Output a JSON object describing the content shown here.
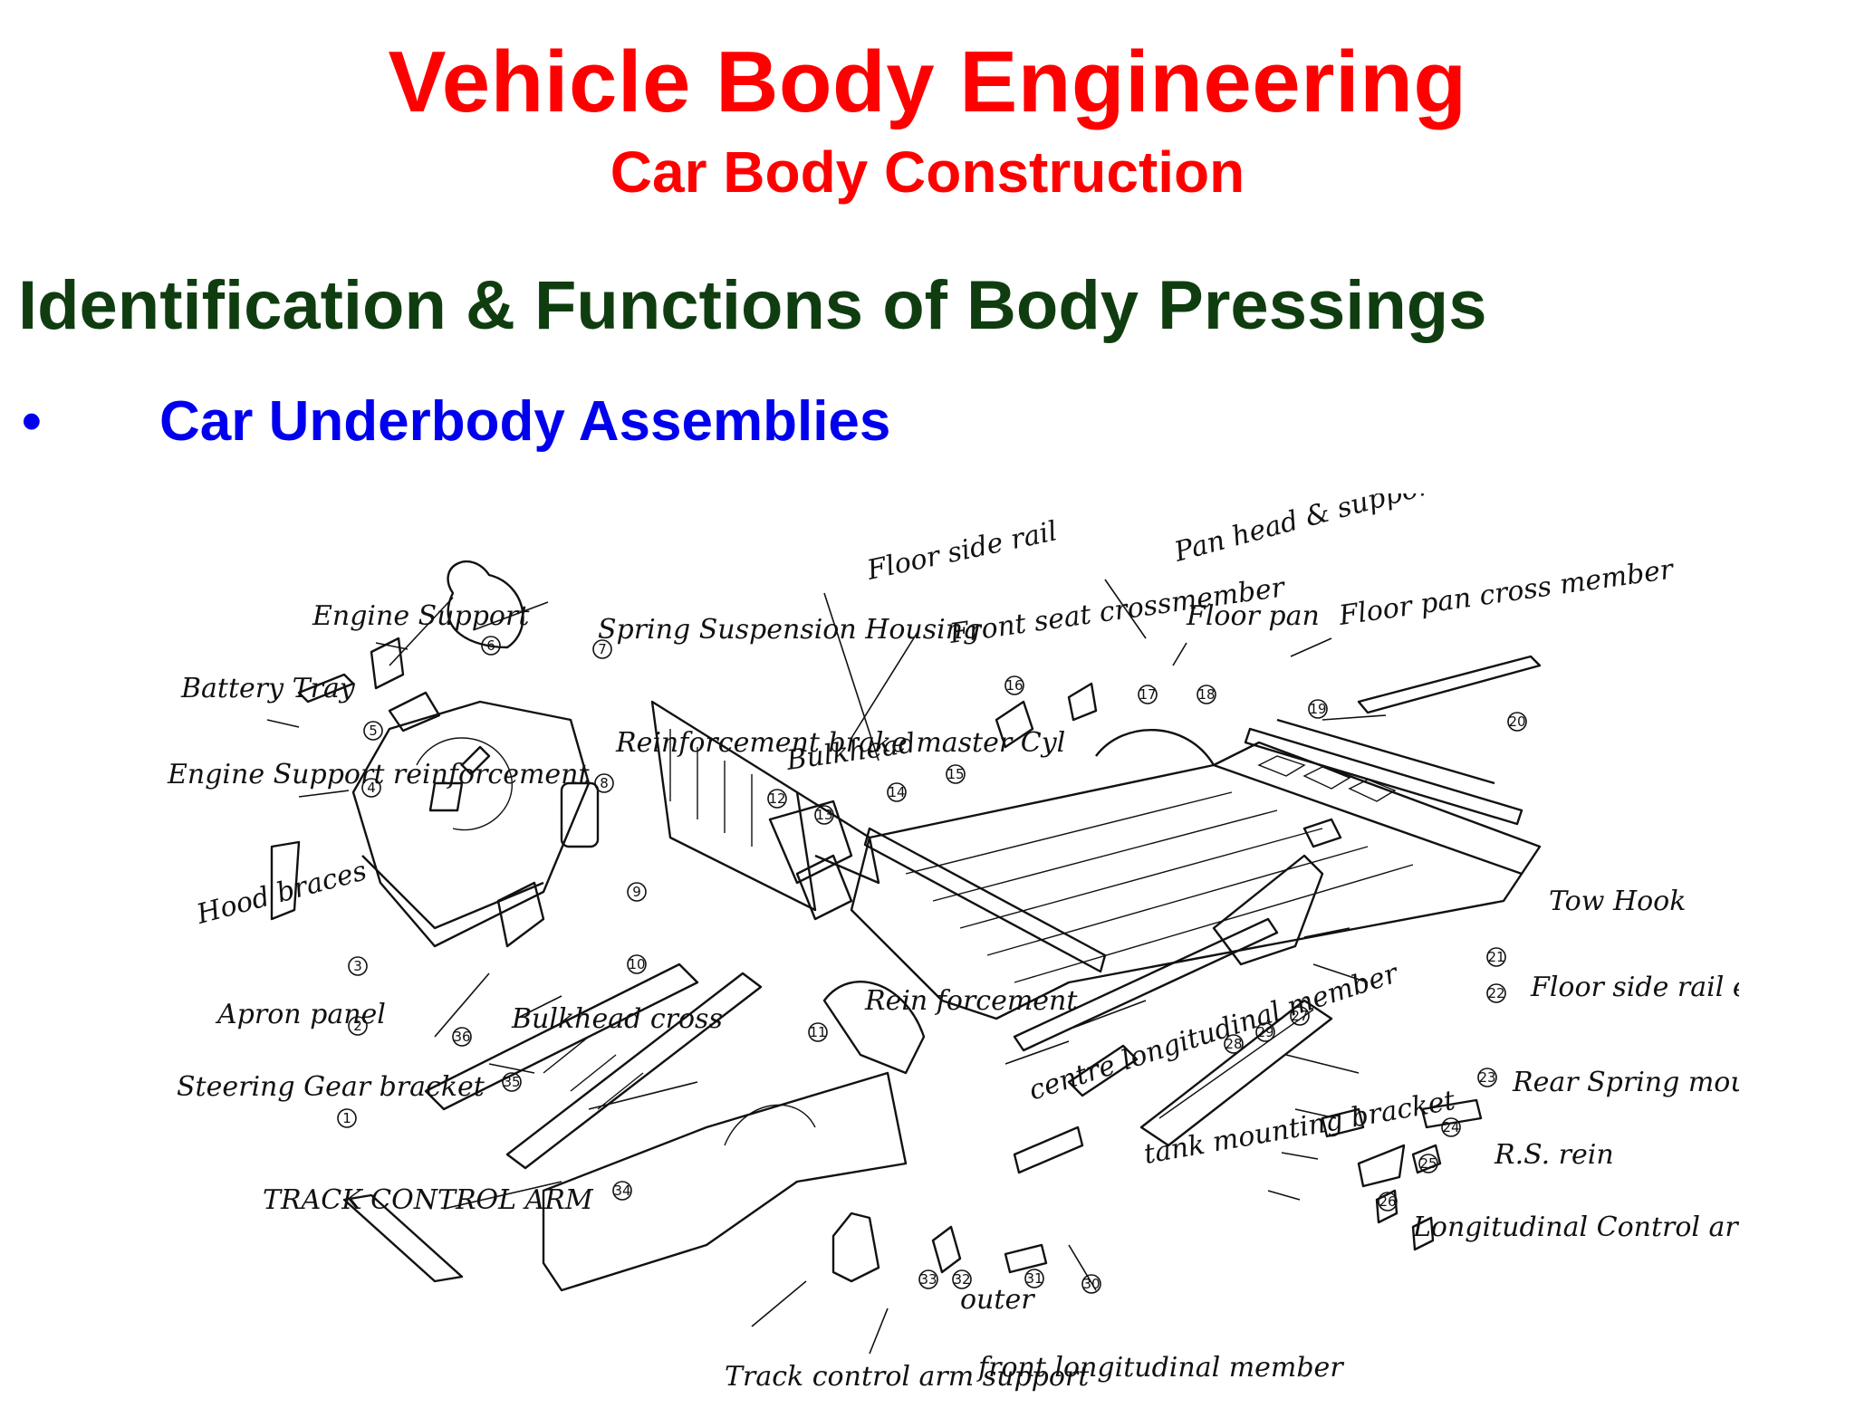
{
  "slide": {
    "title": "Vehicle Body Engineering",
    "subtitle": "Car Body Construction",
    "heading": "Identification & Functions of Body Pressings",
    "bullet_symbol": "•",
    "bullet_text": "Car Underbody Assemblies"
  },
  "diagram": {
    "labels": {
      "engine_support": "Engine Support",
      "battery_tray": "Battery Tray",
      "engine_support_reinf": "Engine Support reinforcement",
      "hood_braces": "Hood braces",
      "apron_panel": "Apron panel",
      "steering_gear_bracket": "Steering Gear bracket",
      "track_control_arm": "TRACK CONTROL ARM",
      "spring_suspension_housing": "Spring Suspension Housing",
      "reinf_brake_master_cyl": "Reinforcement brake master Cyl",
      "bulkhead": "Bulkhead",
      "bulkhead_cross": "Bulkhead cross",
      "rein_forcement": "Rein forcement",
      "floor_side_rail": "Floor side rail",
      "front_seat_crossmember": "Front seat crossmember",
      "pan_head_support": "Pan head & support",
      "floor_pan": "Floor pan",
      "floor_pan_cross_member": "Floor pan cross member",
      "tow_hook": "Tow Hook",
      "floor_side_rail_extension": "Floor side rail extension",
      "rear_spring_mount": "Rear Spring mount",
      "rs_rein": "R.S. rein",
      "longitudinal_control_arm_mounting": "Longitudinal Control arm mounting",
      "centre_longitudinal_member": "centre longitudinal member",
      "tank_mounting_bracket": "tank mounting bracket",
      "track_control_arm_support": "Track control arm support",
      "front_longitudinal_member": "front longitudinal member",
      "outer": "outer"
    },
    "part_numbers": [
      "1",
      "2",
      "3",
      "4",
      "5",
      "6",
      "7",
      "8",
      "9",
      "10",
      "11",
      "12",
      "13",
      "14",
      "15",
      "16",
      "17",
      "18",
      "19",
      "20",
      "21",
      "22",
      "23",
      "24",
      "25",
      "26",
      "27",
      "28",
      "29",
      "30",
      "31",
      "32",
      "33",
      "34",
      "35",
      "36"
    ]
  }
}
